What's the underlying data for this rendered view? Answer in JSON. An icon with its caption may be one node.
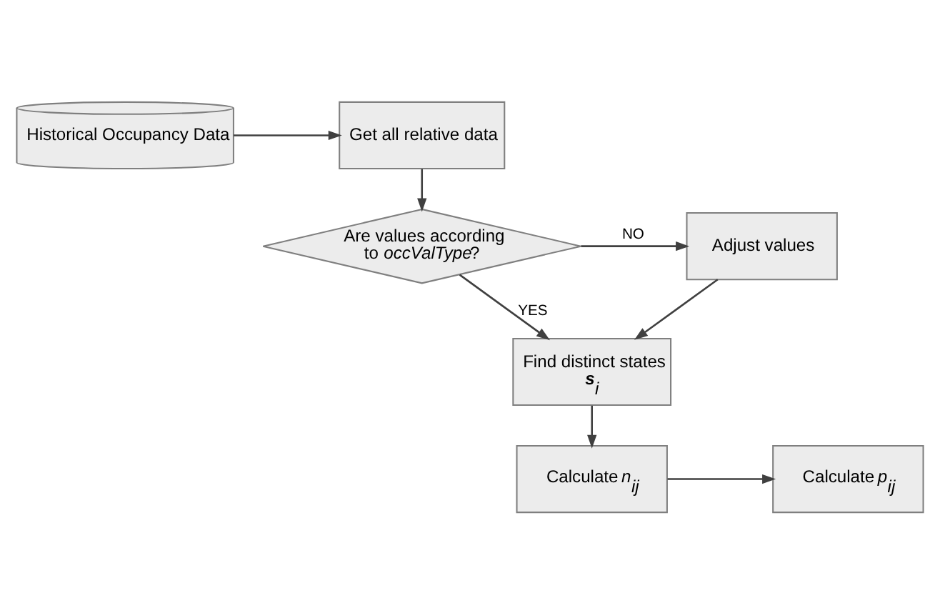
{
  "diagram": {
    "nodes": [
      {
        "text": [
          "Historical Occupancy Data"
        ]
      },
      {
        "text": [
          "Get all relative data"
        ]
      },
      {
        "text": [
          "Are values according to *occValType*?"
        ]
      },
      {
        "text": [
          "Adjust values"
        ]
      },
      {
        "text": [
          "Find distinct states",
          "**s**$_{i}$"
        ]
      },
      {
        "text": [
          "Calculate *n*$_{ij}$"
        ]
      },
      {
        "text": [
          "Calculate *p*$_{ij}$"
        ]
      }
    ],
    "edges": [
      {
        "from": 0,
        "to": 1,
        "arrow": "to"
      },
      {
        "from": 1,
        "to": 2,
        "arrow": "to"
      },
      {
        "from": 2,
        "to": 3,
        "arrow": "to",
        "label": "NO"
      },
      {
        "from": 2,
        "to": 4,
        "arrow": "to",
        "label": "YES"
      },
      {
        "from": 3,
        "to": 4,
        "arrow": "to"
      },
      {
        "from": 4,
        "to": 5,
        "arrow": "to"
      },
      {
        "from": 5,
        "to": 6,
        "arrow": "to"
      }
    ]
  }
}
